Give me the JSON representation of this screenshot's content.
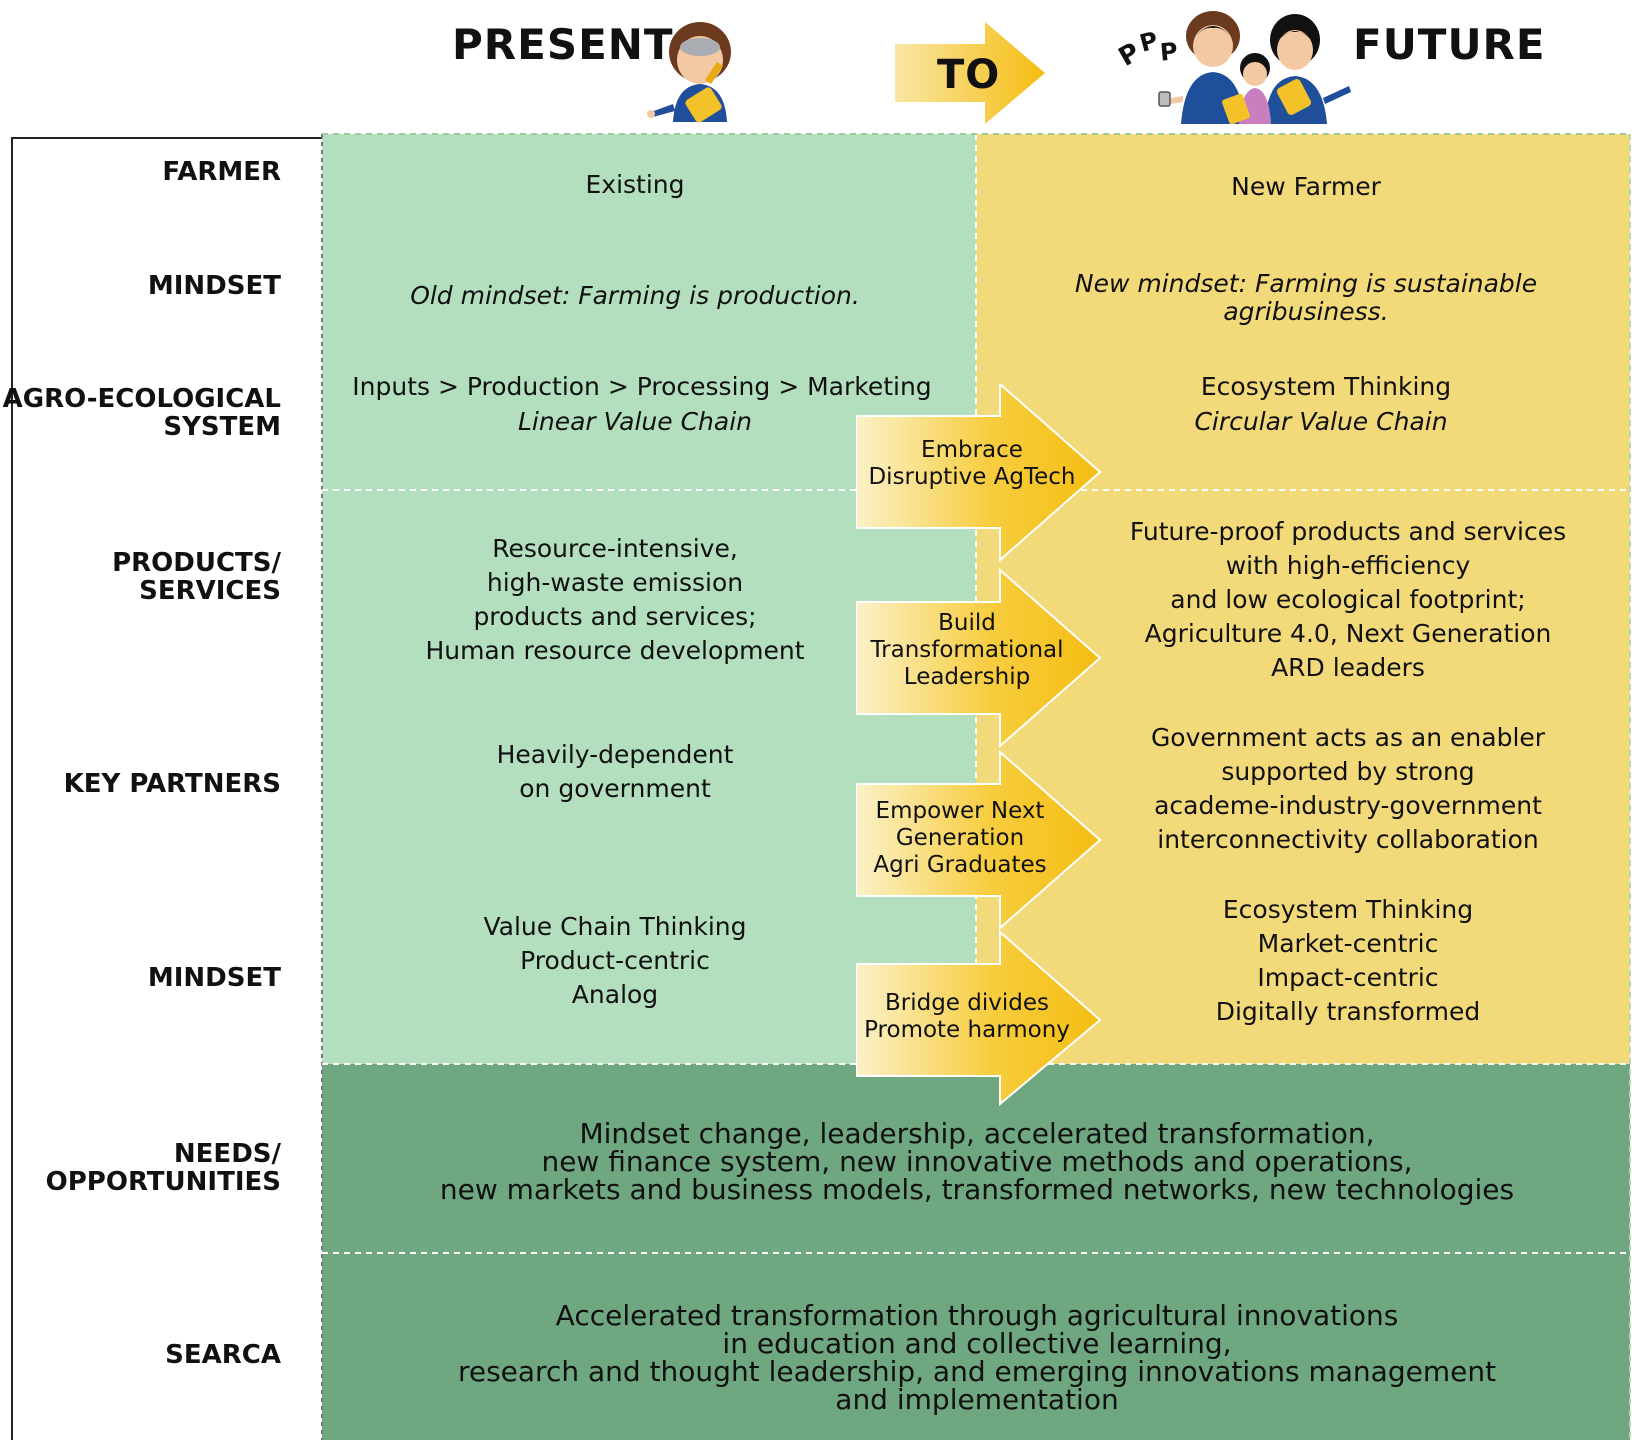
{
  "header": {
    "present": "PRESENT",
    "to": "TO",
    "future": "FUTURE"
  },
  "labels": {
    "farmer": "FARMER",
    "mindset1": "MINDSET",
    "agro_line1": "AGRO-ECOLOGICAL",
    "agro_line2": "SYSTEM",
    "products_line1": "PRODUCTS/",
    "products_line2": "SERVICES",
    "key_partners": "KEY PARTNERS",
    "mindset2": "MINDSET",
    "needs_line1": "NEEDS/",
    "needs_line2": "OPPORTUNITIES",
    "searca": "SEARCA"
  },
  "present": {
    "farmer": "Existing",
    "mindset": "Old mindset: Farming is production.",
    "agro_line1": "Inputs > Production > Processing > Marketing",
    "agro_line2": "Linear Value Chain",
    "products": [
      "Resource-intensive,",
      "high-waste emission",
      "products and services;",
      "Human resource development"
    ],
    "partners": [
      "Heavily-dependent",
      "on government"
    ],
    "mindset2": [
      "Value Chain Thinking",
      "Product-centric",
      "Analog"
    ]
  },
  "future": {
    "farmer": "New Farmer",
    "mindset_line1": "New mindset: Farming is sustainable",
    "mindset_line2": "agribusiness.",
    "agro_line1": "Ecosystem Thinking",
    "agro_line2": "Circular Value Chain",
    "products": [
      "Future-proof products and services",
      "with high-efficiency",
      "and low ecological footprint;",
      "Agriculture 4.0, Next Generation",
      "ARD leaders"
    ],
    "partners": [
      "Government acts as an enabler",
      "supported by strong",
      "academe-industry-government",
      "interconnectivity collaboration"
    ],
    "mindset2": [
      "Ecosystem Thinking",
      "Market-centric",
      "Impact-centric",
      "Digitally transformed"
    ]
  },
  "arrows": [
    [
      "Embrace",
      "Disruptive AgTech"
    ],
    [
      "Build",
      "Transformational",
      "Leadership"
    ],
    [
      "Empower Next",
      "Generation",
      "Agri Graduates"
    ],
    [
      "Bridge divides",
      "Promote harmony"
    ]
  ],
  "needs": [
    "Mindset change, leadership, accelerated transformation,",
    "new finance system, new innovative methods and operations,",
    "new markets and business models, transformed networks, new technologies"
  ],
  "searca": [
    "Accelerated transformation through agricultural innovations",
    "in education and collective learning,",
    "research and thought leadership, and emerging innovations management",
    "and implementation"
  ],
  "farmer_speech": [
    "P",
    "P",
    "P"
  ],
  "colors": {
    "present_green": "#b3dfbe",
    "future_yellow": "#f2d97a",
    "bottom_green": "#6fa781",
    "arrow_gold": "#f5bd12",
    "character_blue": "#1f4f9a",
    "wheat": "#f3c128"
  }
}
